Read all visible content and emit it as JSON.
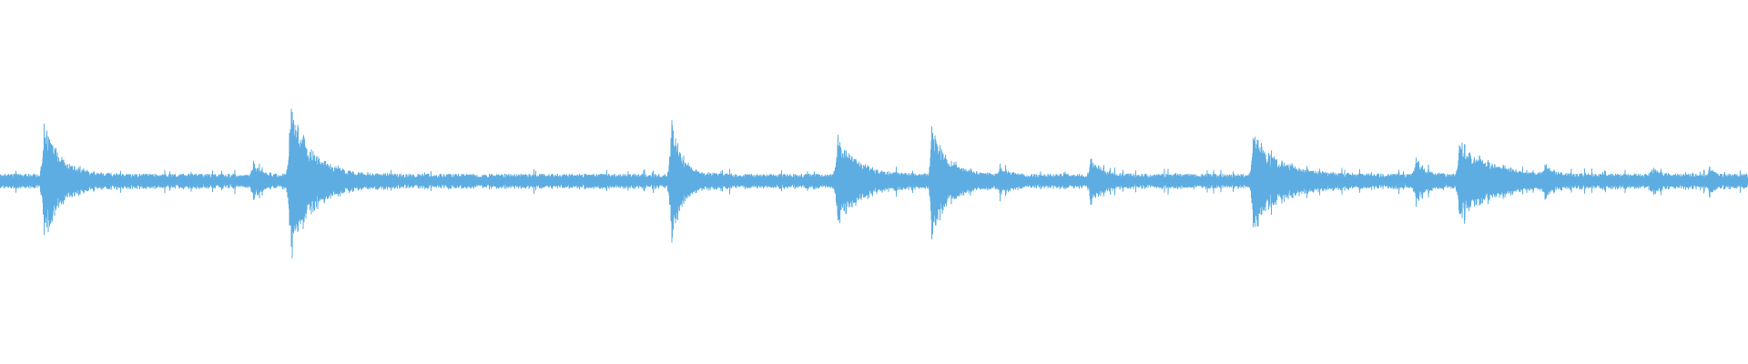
{
  "waveform": {
    "color": "#5dade2",
    "background": "#ffffff",
    "baseline_amplitude": 0.018,
    "noise_amplitude": 0.045,
    "bursts": [
      {
        "position": 0.025,
        "amplitude": 0.3,
        "decay": 0.01
      },
      {
        "position": 0.145,
        "amplitude": 0.09,
        "decay": 0.004
      },
      {
        "position": 0.166,
        "amplitude": 0.42,
        "decay": 0.012
      },
      {
        "position": 0.384,
        "amplitude": 0.34,
        "decay": 0.006
      },
      {
        "position": 0.479,
        "amplitude": 0.22,
        "decay": 0.012
      },
      {
        "position": 0.533,
        "amplitude": 0.28,
        "decay": 0.009
      },
      {
        "position": 0.572,
        "amplitude": 0.07,
        "decay": 0.004
      },
      {
        "position": 0.624,
        "amplitude": 0.1,
        "decay": 0.006
      },
      {
        "position": 0.717,
        "amplitude": 0.24,
        "decay": 0.015
      },
      {
        "position": 0.81,
        "amplitude": 0.1,
        "decay": 0.006
      },
      {
        "position": 0.835,
        "amplitude": 0.2,
        "decay": 0.018
      },
      {
        "position": 0.884,
        "amplitude": 0.06,
        "decay": 0.004
      },
      {
        "position": 0.945,
        "amplitude": 0.05,
        "decay": 0.004
      },
      {
        "position": 0.978,
        "amplitude": 0.06,
        "decay": 0.003
      }
    ]
  }
}
